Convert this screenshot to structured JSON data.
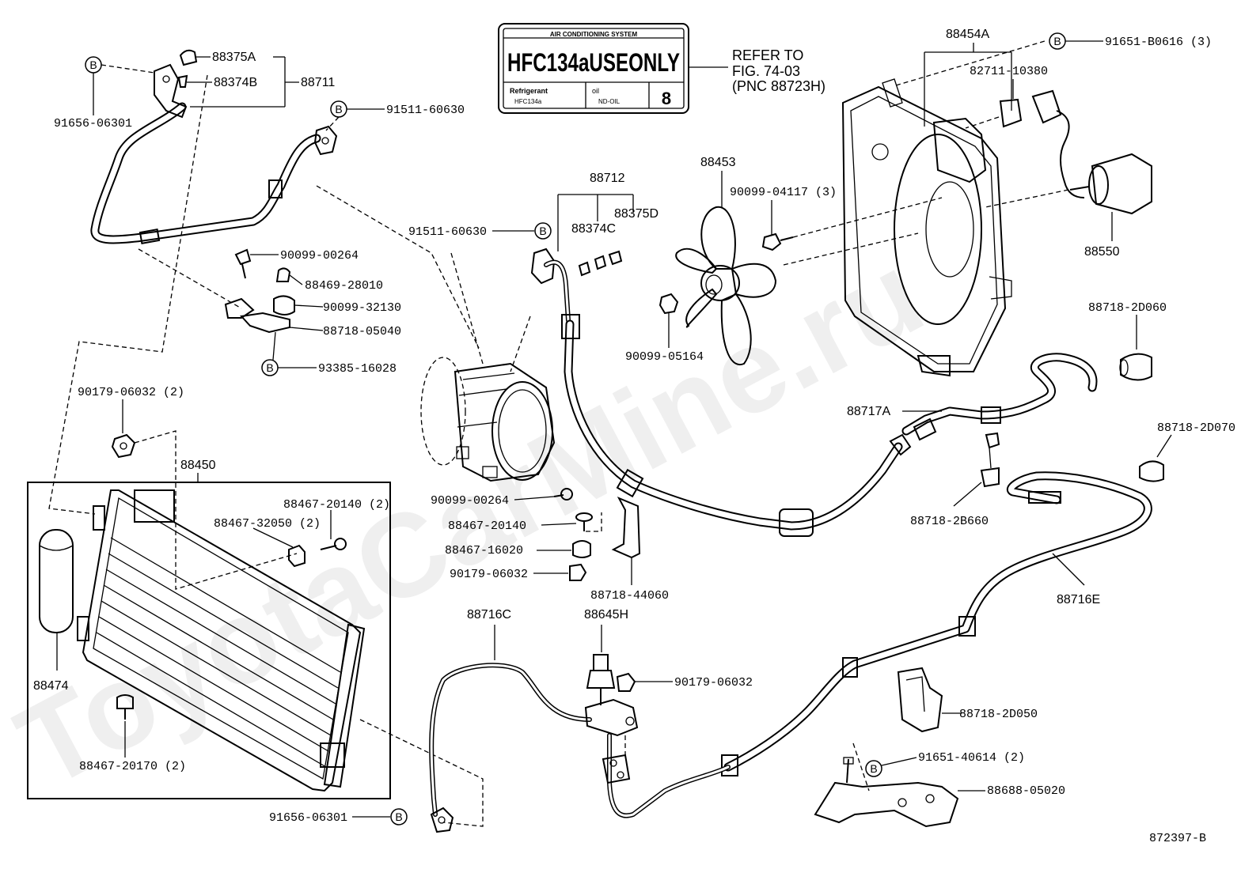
{
  "watermark": "ToyotaCarMine.ru",
  "diagram_id": "872397-B",
  "label_box": {
    "header": "AIR CONDITIONING SYSTEM",
    "main": "HFC134aUSEONLY",
    "refrigerant_label": "Refrigerant",
    "refrigerant_value": "HFC134a",
    "oil_label": "oil",
    "oil_value": "ND-OIL",
    "oil_grade": "8"
  },
  "refer": {
    "line1": "REFER TO",
    "line2": "FIG. 74-03",
    "line3": "(PNC 88723H)"
  },
  "marker": "B",
  "labels": {
    "p88375A": "88375A",
    "p88374B": "88374B",
    "p88711": "88711",
    "p91656_06301_top": "91656-06301",
    "p91511_60630_top": "91511-60630",
    "p90099_00264_top": "90099-00264",
    "p88469_28010": "88469-28010",
    "p90099_32130": "90099-32130",
    "p88718_05040": "88718-05040",
    "p93385_16028": "93385-16028",
    "p90179_06032_2": "90179-06032 (2)",
    "p88450": "88450",
    "p88467_20140_2": "88467-20140 (2)",
    "p88467_32050_2": "88467-32050 (2)",
    "p88474": "88474",
    "p88467_20170_2": "88467-20170 (2)",
    "p91656_06301_bot": "91656-06301",
    "p88712": "88712",
    "p91511_60630_mid": "91511-60630",
    "p88374C": "88374C",
    "p88375D": "88375D",
    "p88453": "88453",
    "p90099_04117_3": "90099-04117 (3)",
    "p90099_05164": "90099-05164",
    "p88454A": "88454A",
    "p91651_B0616_3": "91651-B0616 (3)",
    "p82711_10380": "82711-10380",
    "p88550": "88550",
    "p88718_2D060": "88718-2D060",
    "p88717A": "88717A",
    "p88718_2D070": "88718-2D070",
    "p88718_2B660": "88718-2B660",
    "p90099_00264_mid": "90099-00264",
    "p88467_20140": "88467-20140",
    "p88467_16020": "88467-16020",
    "p90179_06032": "90179-06032",
    "p88718_44060": "88718-44060",
    "p88716C": "88716C",
    "p88645H": "88645H",
    "p90179_06032_mid": "90179-06032",
    "p88716E": "88716E",
    "p88718_2D050": "88718-2D050",
    "p91651_40614_2": "91651-40614 (2)",
    "p88688_05020": "88688-05020"
  }
}
